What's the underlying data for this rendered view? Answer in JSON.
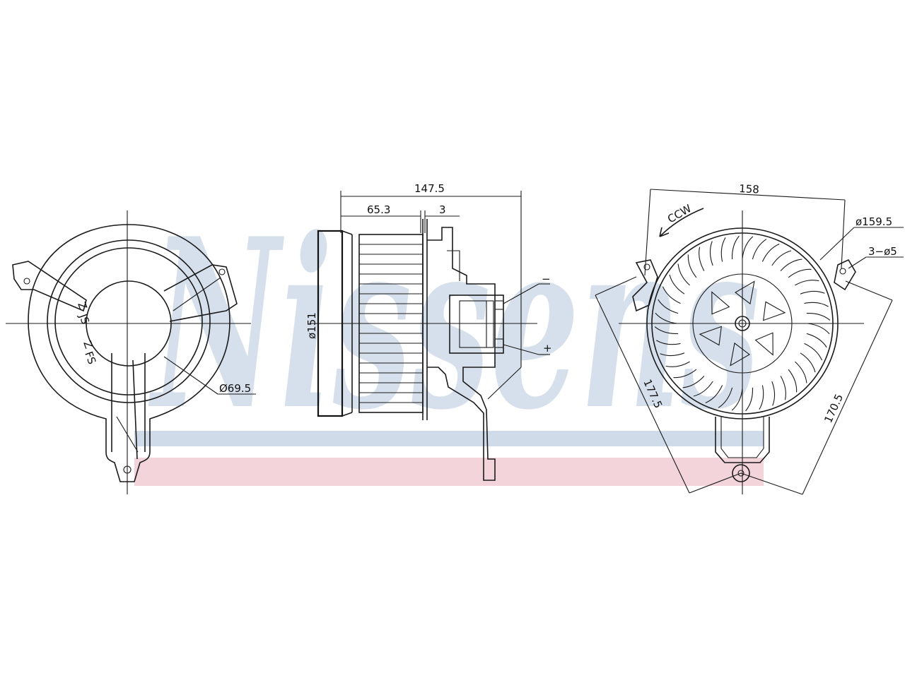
{
  "watermark": {
    "text": "Nissens",
    "color": "#c9d6e6",
    "stripe_blue": "#cfdbe8",
    "stripe_red": "#f2d4da"
  },
  "left_view": {
    "diameter_label": "Ø69.5",
    "arm_marks": [
      "Z",
      "JS",
      "Z",
      "FS"
    ]
  },
  "middle_view": {
    "overall_length": "147.5",
    "offset_a": "65.3",
    "offset_b": "3",
    "diameter": "ø151",
    "terminal_minus": "−",
    "terminal_plus": "+"
  },
  "right_view": {
    "width": "158",
    "rotation": "CCW",
    "outer_diameter": "ø159.5",
    "holes": "3−ø5",
    "dim_left": "177.5",
    "dim_right": "170.5"
  },
  "colors": {
    "line": "#1a1a1a"
  }
}
